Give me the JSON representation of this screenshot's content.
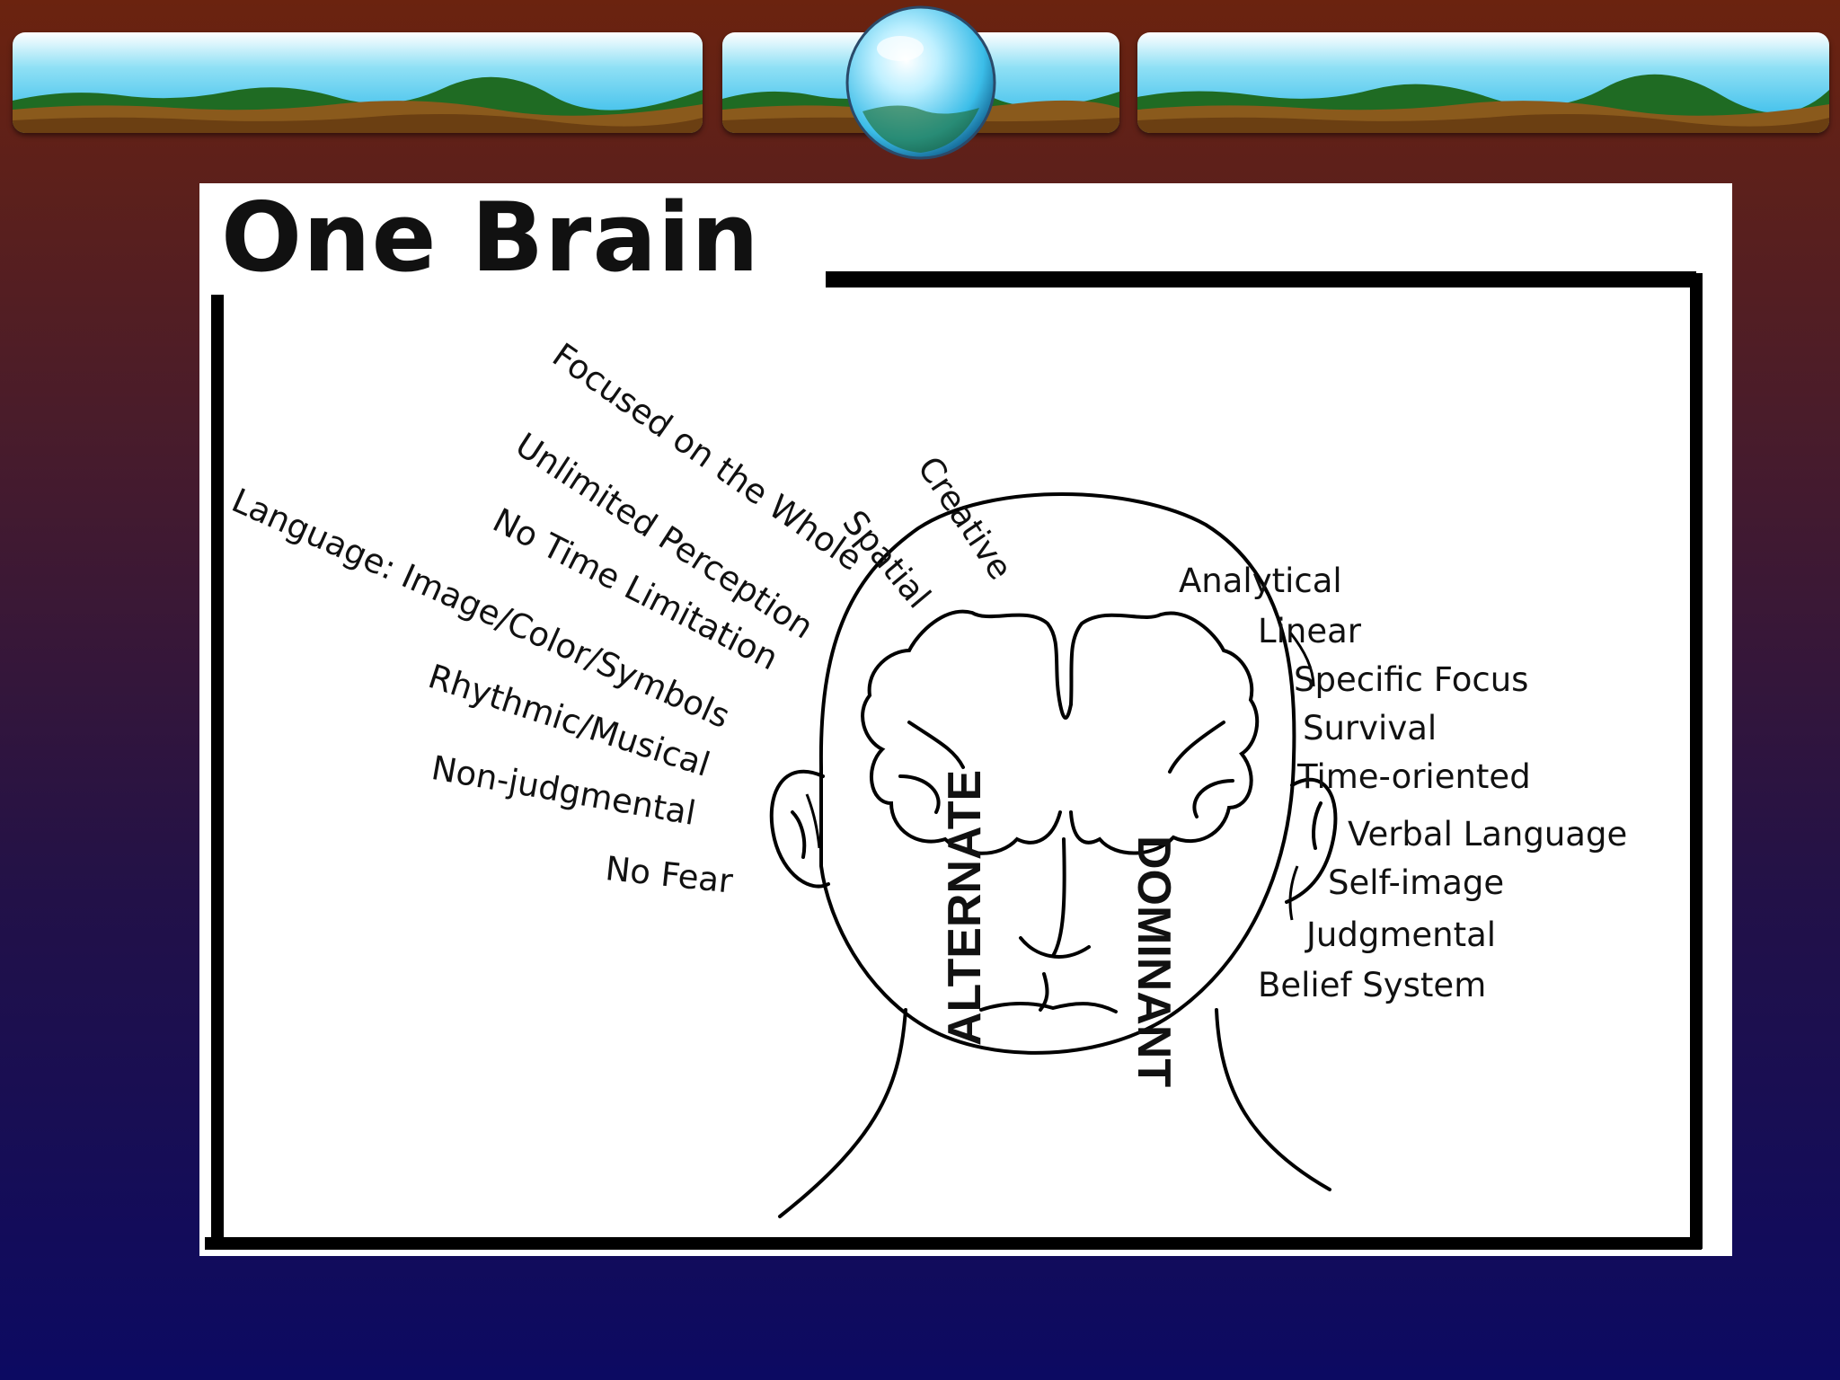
{
  "title": "One Brain",
  "left_traits": [
    "Focused on the Whole",
    "Creative",
    "Spatial",
    "Unlimited Perception",
    "No Time Limitation",
    "Language: Image/Color/Symbols",
    "Rhythmic/Musical",
    "Non-judgmental",
    "No Fear"
  ],
  "right_traits": [
    "Analytical",
    "Linear",
    "Specific Focus",
    "Survival",
    "Time-oriented",
    "Verbal Language",
    "Self-image",
    "Judgmental",
    "Belief System"
  ],
  "face_labels": {
    "left": "ALTERNATE",
    "right": "DOMINANT"
  },
  "icons": [
    "globe-icon",
    "landscape-banner"
  ]
}
